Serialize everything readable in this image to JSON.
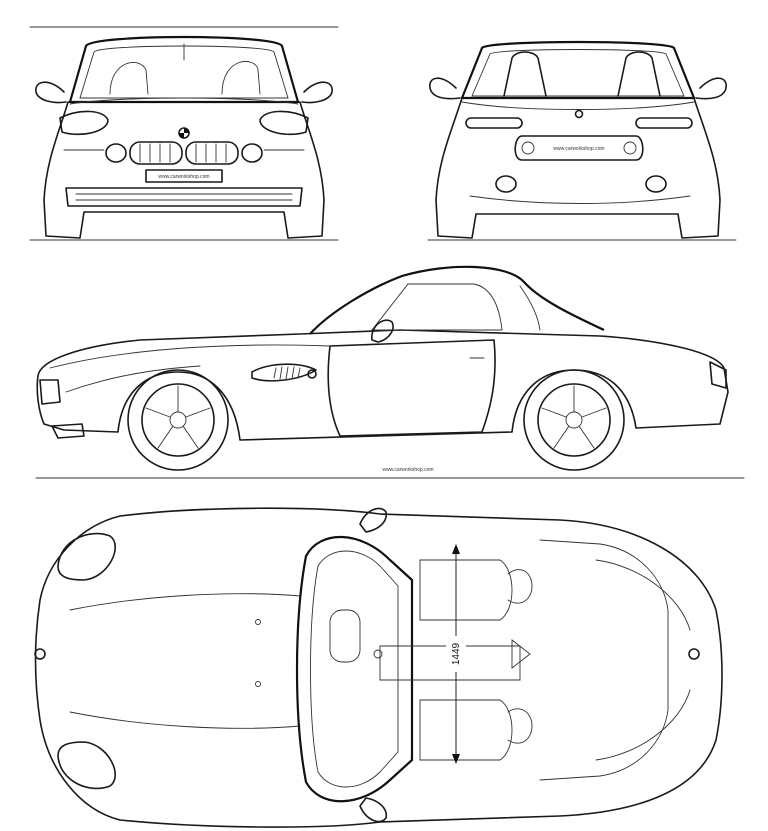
{
  "watermark": "www.carworkshop.com",
  "dimension": "1449",
  "views": [
    "front",
    "rear",
    "side",
    "top"
  ]
}
